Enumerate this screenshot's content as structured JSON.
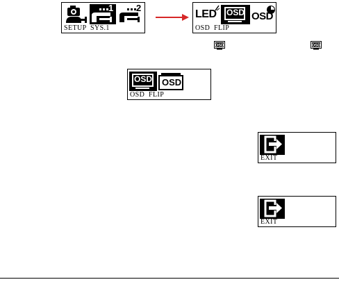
{
  "screens": {
    "setup_menu": {
      "label": "SETUP  SYS.1",
      "tab_1": "1",
      "tab_2": "2"
    },
    "osd_menu": {
      "label": "OSD  FLIP",
      "led_text": "LED",
      "osd_selected_text": "OSD",
      "osd_alt_text": "OSD"
    },
    "osd_flip_menu": {
      "label": "OSD  FLIP",
      "osd_selected_text": "OSD",
      "osd_flipped_text": "OSD"
    },
    "exit_menu_1": {
      "label": "EXIT"
    },
    "exit_menu_2": {
      "label": "EXIT"
    }
  },
  "inline_icons": [
    "osd-icon",
    "osd-icon"
  ],
  "colors": {
    "arrow": "#d62828",
    "lcd_fg": "#000000",
    "lcd_bg": "#ffffff"
  }
}
